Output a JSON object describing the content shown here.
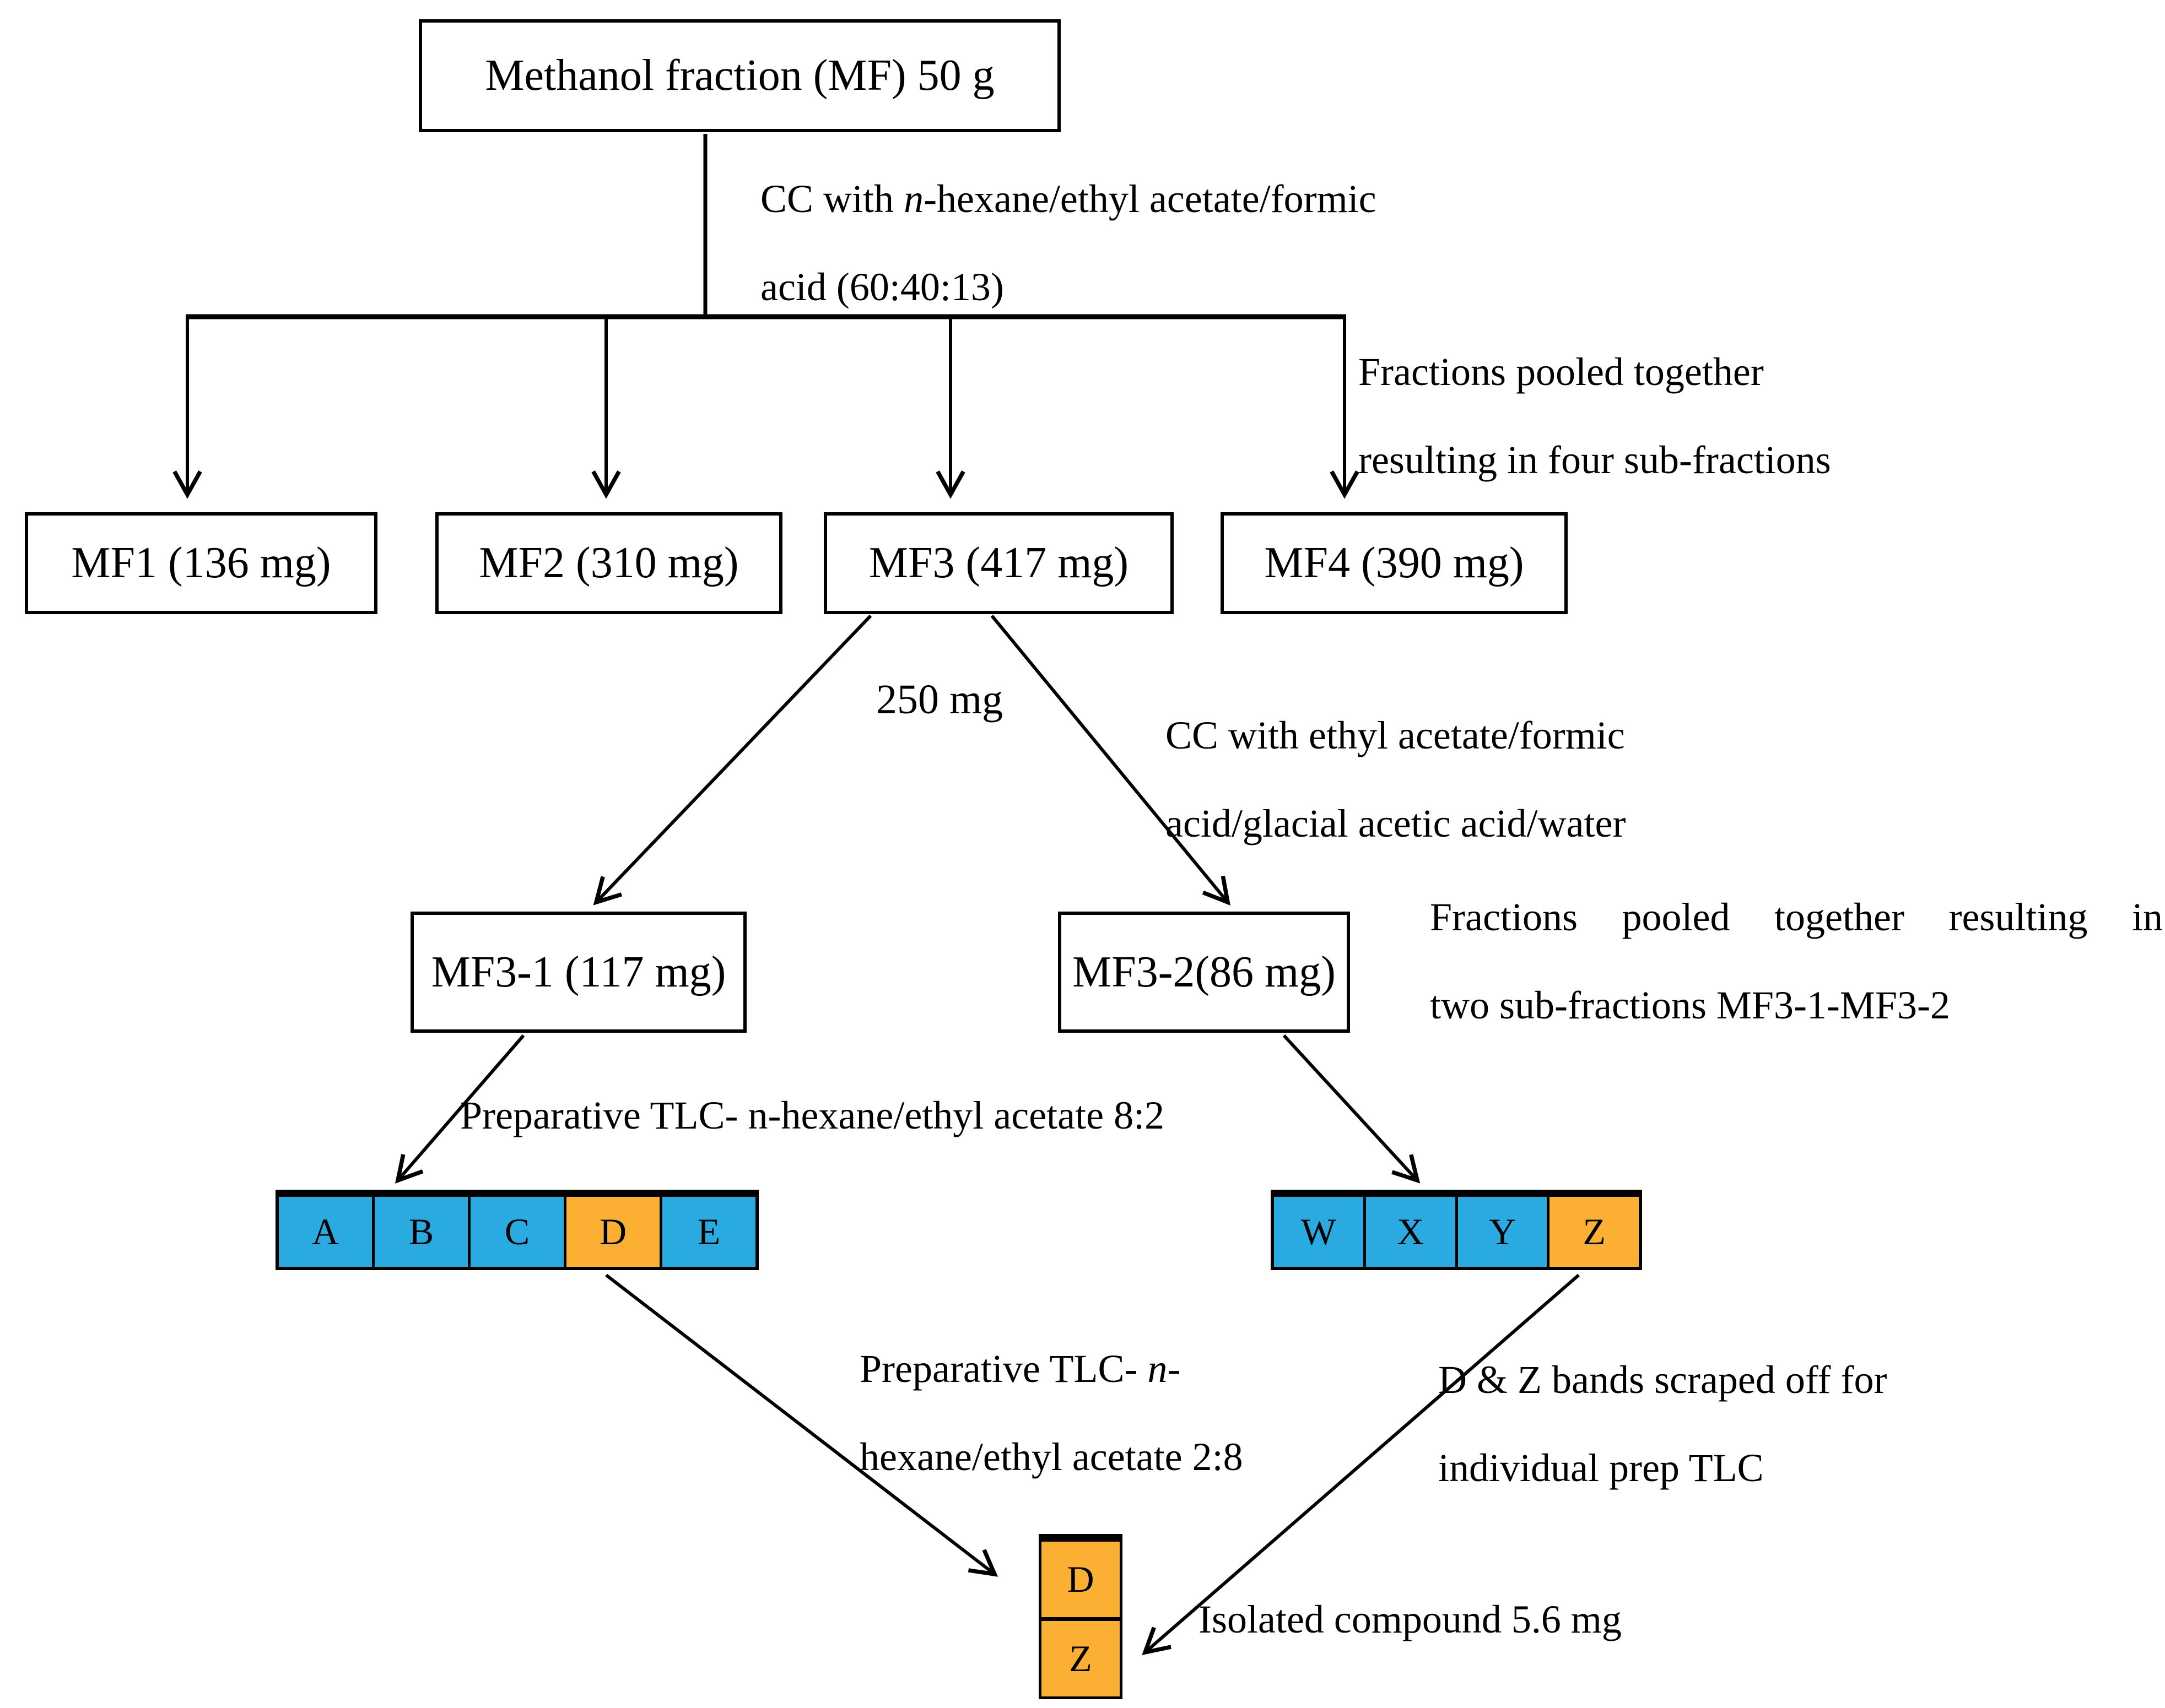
{
  "colors": {
    "band_blue": "#29ABE2",
    "band_orange": "#FBB034",
    "line_black": "#000000",
    "background": "#FFFFFF"
  },
  "boxes": {
    "root": "Methanol fraction (MF) 50 g",
    "mf1": "MF1 (136 mg)",
    "mf2": "MF2 (310 mg)",
    "mf3": "MF3 (417 mg)",
    "mf4": "MF4 (390 mg)",
    "mf3_1": "MF3-1 (117 mg)",
    "mf3_2": "MF3-2(86 mg)"
  },
  "labels": {
    "cc_hexane": {
      "pre": "CC with ",
      "n": "n",
      "post": "-hexane/ethyl acetate/formic",
      "line2": "acid (60:40:13)"
    },
    "pooled_four": {
      "line1": "Fractions pooled together",
      "line2": "resulting in four sub-fractions"
    },
    "mass_250": "250 mg",
    "cc_ethyl": {
      "line1": "CC with ethyl acetate/formic",
      "line2": "acid/glacial acetic acid/water"
    },
    "pooled_two": {
      "line1": "Fractions pooled together resulting in",
      "line2": "two sub-fractions MF3-1-MF3-2"
    },
    "prep_tlc_82": "Preparative TLC- n-hexane/ethyl acetate 8:2",
    "prep_tlc_28": {
      "pre": "Preparative TLC- ",
      "n": "n",
      "post": "-",
      "line2": "hexane/ethyl acetate 2:8"
    },
    "dz_scraped": {
      "line1": "D & Z bands scraped off for",
      "line2": "individual prep TLC"
    },
    "isolated": "Isolated compound 5.6 mg"
  },
  "strips": {
    "left": {
      "cells": [
        {
          "label": "A",
          "highlighted": false
        },
        {
          "label": "B",
          "highlighted": false
        },
        {
          "label": "C",
          "highlighted": false
        },
        {
          "label": "D",
          "highlighted": true
        },
        {
          "label": "E",
          "highlighted": false
        }
      ]
    },
    "right": {
      "cells": [
        {
          "label": "W",
          "highlighted": false
        },
        {
          "label": "X",
          "highlighted": false
        },
        {
          "label": "Y",
          "highlighted": false
        },
        {
          "label": "Z",
          "highlighted": true
        }
      ]
    }
  },
  "final_box": {
    "top": "D",
    "bottom": "Z"
  }
}
